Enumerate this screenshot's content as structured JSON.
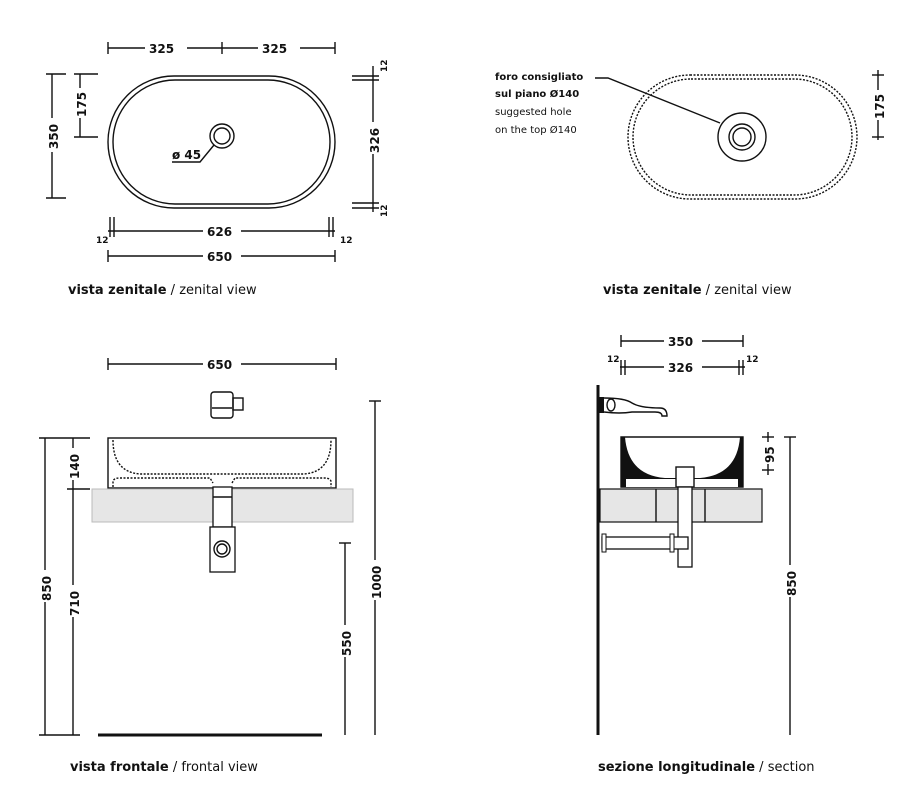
{
  "views": {
    "top_zenital": {
      "caption_bold": "vista zenitale",
      "caption_rest": " / zenital view",
      "dims": {
        "half_left": "325",
        "half_right": "325",
        "depth": "350",
        "half_depth": "175",
        "inner_depth": "326",
        "rim_top": "12",
        "rim_bottom": "12",
        "inner_width": "626",
        "rim_left": "12",
        "rim_right": "12",
        "width": "650",
        "drain": "ø 45"
      }
    },
    "top_hole": {
      "caption_bold": "vista zenitale",
      "caption_rest": " / zenital view",
      "note": [
        "foro consigliato",
        "sul piano Ø140",
        "suggested hole",
        "on the top Ø140"
      ],
      "dims": {
        "half_depth": "175"
      }
    },
    "frontal": {
      "caption_bold": "vista frontale",
      "caption_rest": " / frontal view",
      "dims": {
        "width": "650",
        "total_height": "850",
        "basin_height": "140",
        "counter_height": "710",
        "tap_height": "1000",
        "trap_height": "550"
      }
    },
    "section": {
      "caption_bold": "sezione longitudinale",
      "caption_rest": " / section",
      "dims": {
        "depth": "350",
        "inner_depth": "326",
        "rim_left": "12",
        "rim_right": "12",
        "bowl_depth": "95",
        "height": "850"
      }
    }
  }
}
